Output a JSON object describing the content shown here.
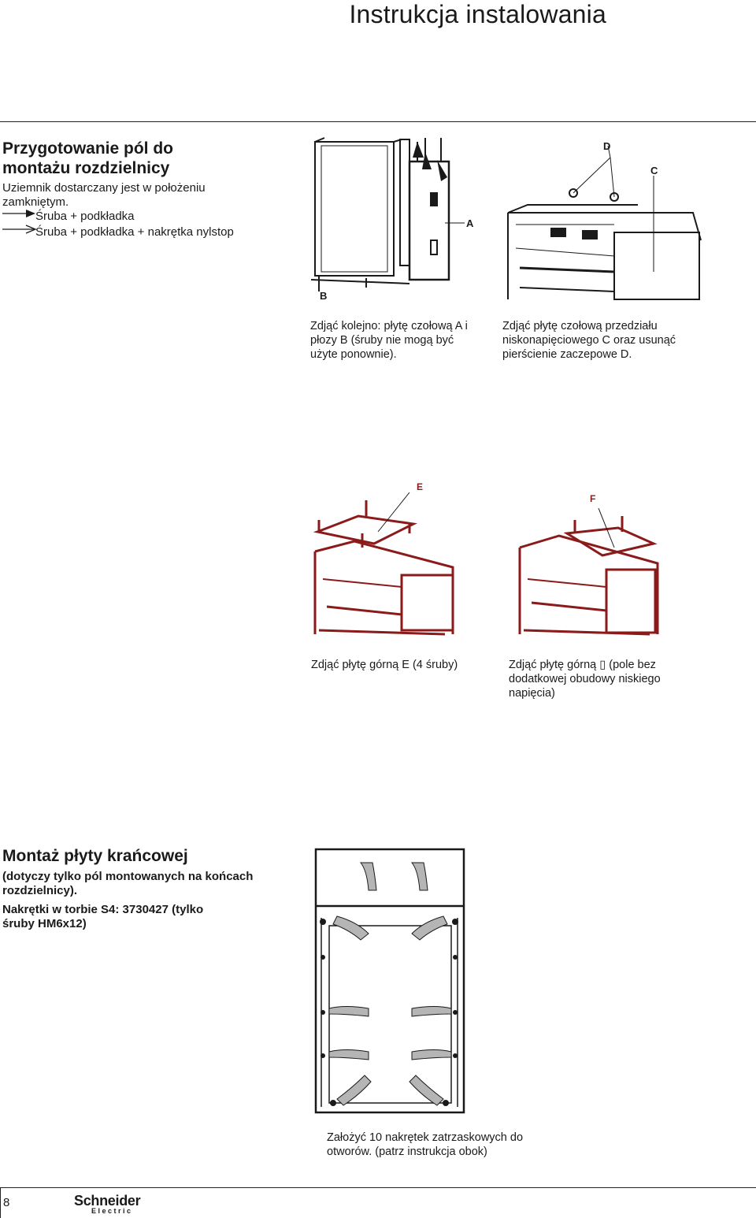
{
  "header": {
    "title": "Instrukcja instalowania"
  },
  "section1": {
    "heading": "Przygotowanie pól do montażu rozdzielnicy",
    "note": "Uziemnik dostarczany jest w położeniu zamkniętym.",
    "legend": [
      {
        "icon": "arrow-filled-icon",
        "label": "Śruba + podkładka"
      },
      {
        "icon": "arrow-open-icon",
        "label": "Śruba + podkładka + nakrętka nylstop"
      }
    ],
    "figures": [
      {
        "labels": [
          "A",
          "B"
        ],
        "caption": "Zdjąć kolejno: płytę czołową A i płozy B (śruby nie mogą być użyte ponownie)."
      },
      {
        "labels": [
          "D",
          "C"
        ],
        "caption": "Zdjąć płytę czołową przedziału niskonapięciowego C oraz usunąć pierścienie zaczepowe D."
      },
      {
        "labels": [
          "E"
        ],
        "caption": "Zdjąć płytę górną E (4 śruby)"
      },
      {
        "labels": [
          "F"
        ],
        "caption": "Zdjąć płytę górną ▯ (pole bez dodatkowej obudowy niskiego napięcia)"
      }
    ]
  },
  "section2": {
    "heading": "Montaż płyty krańcowej",
    "note1": "(dotyczy tylko pól montowanych na końcach rozdzielnicy).",
    "note2": "Nakrętki w torbie S4: 3730427 (tylko śruby HM6x12)",
    "caption": "Założyć 10 nakrętek zatrzaskowych do otworów. (patrz instrukcja obok)"
  },
  "footer": {
    "page_number": "8",
    "logo_main": "Schneider",
    "logo_sub": "Electric"
  },
  "colors": {
    "diagram_red": "#8b1a1a",
    "ink": "#1a1a1a"
  }
}
